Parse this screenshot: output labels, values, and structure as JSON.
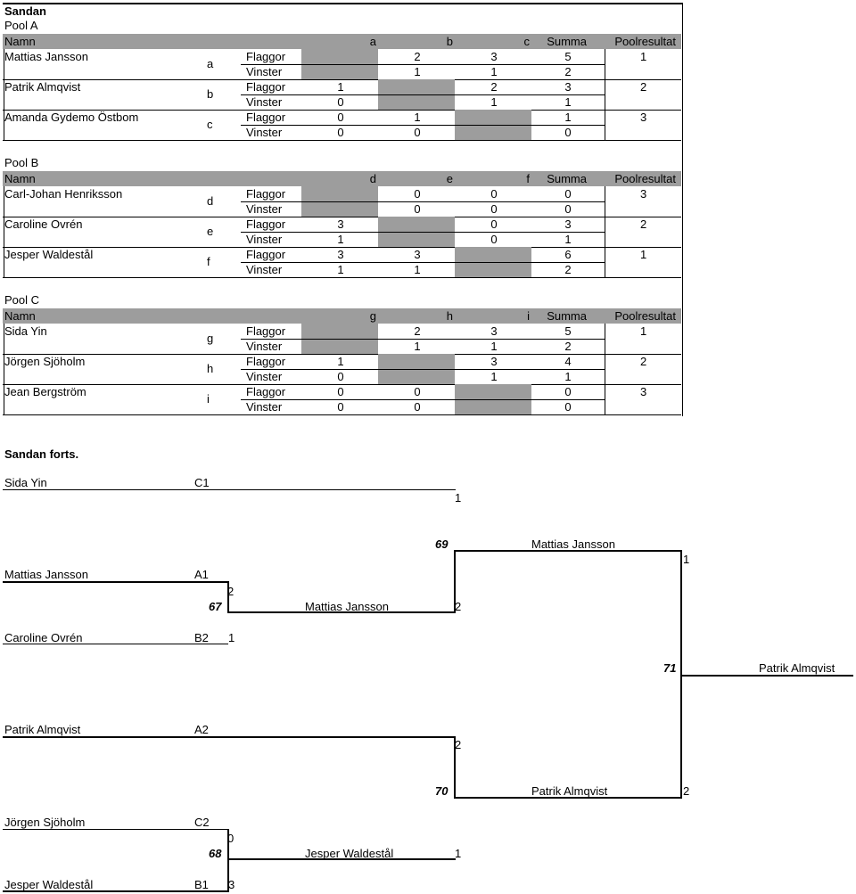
{
  "title": "Sandan",
  "pools": [
    {
      "name": "Pool A",
      "header": {
        "name": "Namn",
        "cols": [
          "a",
          "b",
          "c"
        ],
        "summa": "Summa",
        "result": "Poolresultat"
      },
      "rows": [
        {
          "player": "Mattias Jansson",
          "letter": "a",
          "flags_label": "Flaggor",
          "wins_label": "Vinster",
          "flags": [
            "",
            "2",
            "3"
          ],
          "wins": [
            "",
            "1",
            "1"
          ],
          "flags_sum": "5",
          "wins_sum": "2",
          "result": "1"
        },
        {
          "player": "Patrik Almqvist",
          "letter": "b",
          "flags_label": "Flaggor",
          "wins_label": "Vinster",
          "flags": [
            "1",
            "",
            "2"
          ],
          "wins": [
            "0",
            "",
            "1"
          ],
          "flags_sum": "3",
          "wins_sum": "1",
          "result": "2"
        },
        {
          "player": "Amanda Gydemo Östbom",
          "letter": "c",
          "flags_label": "Flaggor",
          "wins_label": "Vinster",
          "flags": [
            "0",
            "1",
            ""
          ],
          "wins": [
            "0",
            "0",
            ""
          ],
          "flags_sum": "1",
          "wins_sum": "0",
          "result": "3"
        }
      ]
    },
    {
      "name": "Pool B",
      "header": {
        "name": "Namn",
        "cols": [
          "d",
          "e",
          "f"
        ],
        "summa": "Summa",
        "result": "Poolresultat"
      },
      "rows": [
        {
          "player": "Carl-Johan Henriksson",
          "letter": "d",
          "flags_label": "Flaggor",
          "wins_label": "Vinster",
          "flags": [
            "",
            "0",
            "0"
          ],
          "wins": [
            "",
            "0",
            "0"
          ],
          "flags_sum": "0",
          "wins_sum": "0",
          "result": "3"
        },
        {
          "player": "Caroline Ovrén",
          "letter": "e",
          "flags_label": "Flaggor",
          "wins_label": "Vinster",
          "flags": [
            "3",
            "",
            "0"
          ],
          "wins": [
            "1",
            "",
            "0"
          ],
          "flags_sum": "3",
          "wins_sum": "1",
          "result": "2"
        },
        {
          "player": "Jesper Waldestål",
          "letter": "f",
          "flags_label": "Flaggor",
          "wins_label": "Vinster",
          "flags": [
            "3",
            "3",
            ""
          ],
          "wins": [
            "1",
            "1",
            ""
          ],
          "flags_sum": "6",
          "wins_sum": "2",
          "result": "1"
        }
      ]
    },
    {
      "name": "Pool C",
      "header": {
        "name": "Namn",
        "cols": [
          "g",
          "h",
          "i"
        ],
        "summa": "Summa",
        "result": "Poolresultat"
      },
      "rows": [
        {
          "player": "Sida Yin",
          "letter": "g",
          "flags_label": "Flaggor",
          "wins_label": "Vinster",
          "flags": [
            "",
            "2",
            "3"
          ],
          "wins": [
            "",
            "1",
            "1"
          ],
          "flags_sum": "5",
          "wins_sum": "2",
          "result": "1"
        },
        {
          "player": "Jörgen Sjöholm",
          "letter": "h",
          "flags_label": "Flaggor",
          "wins_label": "Vinster",
          "flags": [
            "1",
            "",
            "3"
          ],
          "wins": [
            "0",
            "",
            "1"
          ],
          "flags_sum": "4",
          "wins_sum": "1",
          "result": "2"
        },
        {
          "player": "Jean Bergström",
          "letter": "i",
          "flags_label": "Flaggor",
          "wins_label": "Vinster",
          "flags": [
            "0",
            "0",
            ""
          ],
          "wins": [
            "0",
            "0",
            ""
          ],
          "flags_sum": "0",
          "wins_sum": "0",
          "result": "3"
        }
      ]
    }
  ],
  "bracket": {
    "title": "Sandan forts.",
    "entries": [
      {
        "name": "Sida Yin",
        "seed": "C1",
        "score": "1"
      },
      {
        "name": "Mattias Jansson",
        "seed": "A1",
        "score": "2"
      },
      {
        "name": "Caroline Ovrén",
        "seed": "B2",
        "score": "1"
      },
      {
        "name": "Patrik Almqvist",
        "seed": "A2",
        "score": "2"
      },
      {
        "name": "Jörgen Sjöholm",
        "seed": "C2",
        "score": "0"
      },
      {
        "name": "Jesper Waldestål",
        "seed": "B1",
        "score": "3"
      }
    ],
    "matches": [
      {
        "number": "67",
        "winner": "Mattias Jansson",
        "score": "2"
      },
      {
        "number": "68",
        "winner": "Jesper Waldestål",
        "score": "1"
      },
      {
        "number": "69",
        "winner": "Mattias Jansson",
        "score": "1"
      },
      {
        "number": "70",
        "winner": "Patrik Almqvist",
        "score": "2"
      },
      {
        "number": "71",
        "winner": "Patrik Almqvist",
        "score": ""
      }
    ]
  }
}
